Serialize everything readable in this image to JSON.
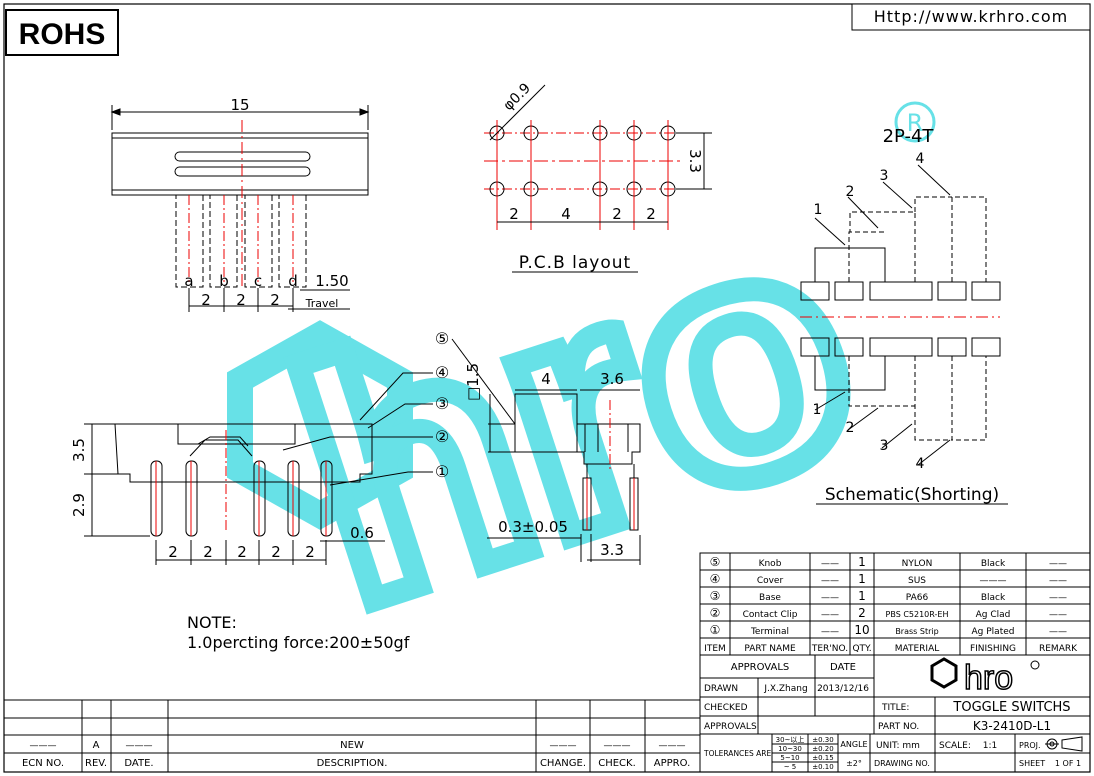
{
  "header": {
    "rohs": "ROHS",
    "url": "Http://www.krhro.com"
  },
  "watermark": {
    "letters": "hro",
    "registered": "R"
  },
  "top_view": {
    "width": "15",
    "pins": [
      "a",
      "b",
      "c",
      "d"
    ],
    "travel_value": "1.50",
    "travel_label": "Travel",
    "spacing": [
      "2",
      "2",
      "2"
    ]
  },
  "pcb": {
    "hole_dia": "φ0.9",
    "row_pitch": "3.3",
    "spacing": [
      "2",
      "4",
      "2",
      "2"
    ],
    "title": "P.C.B layout"
  },
  "schematic": {
    "config": "2P-4T",
    "positions": [
      "1",
      "2",
      "3",
      "4"
    ],
    "title": "Schematic(Shorting)"
  },
  "side_view": {
    "height_top": "3.5",
    "height_pins": "2.9",
    "pin_thickness": "0.6",
    "spacing": [
      "2",
      "2",
      "2",
      "2",
      "2"
    ],
    "callouts": [
      "⑤",
      "④",
      "③",
      "②",
      "①"
    ]
  },
  "end_view": {
    "knob_sq": "□1.5",
    "knob_len": "4",
    "width": "3.6",
    "pin_thk": "0.3±0.05",
    "pin_pitch": "3.3"
  },
  "note": {
    "heading": "NOTE:",
    "line1": "1.0percting force:200±50gf"
  },
  "bom": {
    "rows": [
      {
        "item": "⑤",
        "part": "Knob",
        "ter": "——",
        "qty": "1",
        "material": "NYLON",
        "finishing": "Black",
        "remark": "——"
      },
      {
        "item": "④",
        "part": "Cover",
        "ter": "——",
        "qty": "1",
        "material": "SUS",
        "finishing": "———",
        "remark": "——"
      },
      {
        "item": "③",
        "part": "Base",
        "ter": "——",
        "qty": "1",
        "material": "PA66",
        "finishing": "Black",
        "remark": "——"
      },
      {
        "item": "②",
        "part": "Contact Clip",
        "ter": "——",
        "qty": "2",
        "material": "PBS C5210R-EH",
        "finishing": "Ag Clad",
        "remark": "——"
      },
      {
        "item": "①",
        "part": "Terminal",
        "ter": "——",
        "qty": "10",
        "material": "Brass Strip",
        "finishing": "Ag Plated",
        "remark": "——"
      }
    ],
    "headers": {
      "item": "ITEM",
      "part": "PART NAME",
      "ter": "TER'NO.",
      "qty": "QTY.",
      "material": "MATERIAL",
      "finishing": "FINISHING",
      "remark": "REMARK"
    }
  },
  "title_block": {
    "approvals": "APPROVALS",
    "date": "DATE",
    "drawn": "DRAWN",
    "drawn_by": "J.X.Zhang",
    "drawn_date": "2013/12/16",
    "checked": "CHECKED",
    "approvals2": "APPROVALS",
    "tolerances": "TOLERANCES ARE",
    "tol_rows": [
      {
        "range": "30~以上",
        "val": "±0.30"
      },
      {
        "range": "10~30",
        "val": "±0.20"
      },
      {
        "range": "5~10",
        "val": "±0.15"
      },
      {
        "range": "~ 5",
        "val": "±0.10"
      }
    ],
    "angle": "ANGLE",
    "angle_val": "±2°",
    "logo": "hro",
    "title_label": "TITLE:",
    "title_value": "TOGGLE SWITCHS",
    "part_label": "PART NO.",
    "part_value": "K3-2410D-L1",
    "unit": "UNIT: mm",
    "scale": "SCALE:",
    "scale_val": "1:1",
    "proj": "PROJ.",
    "drawing_no": "DRAWING NO.",
    "sheet": "SHEET",
    "sheet_val": "1 OF 1"
  },
  "revision": {
    "ecn_label": "ECN NO.",
    "rev_label": "REV.",
    "date_label": "DATE.",
    "desc_label": "DESCRIPTION.",
    "change_label": "CHANGE.",
    "check_label": "CHECK.",
    "appro_label": "APPRO.",
    "row_rev": "A",
    "row_desc": "NEW",
    "dash": "———"
  }
}
